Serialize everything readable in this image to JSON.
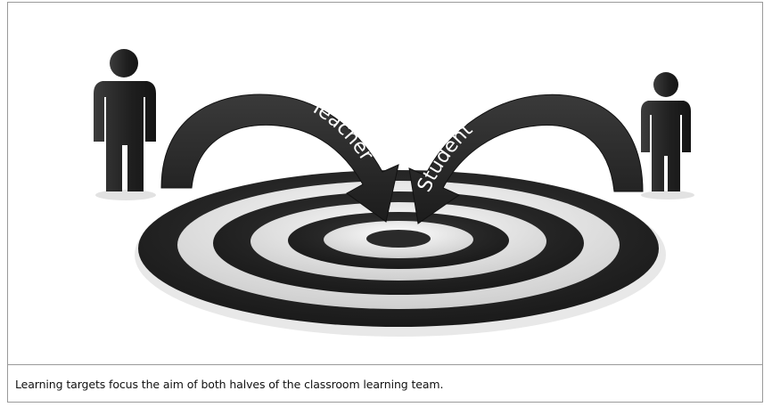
{
  "illustration": {
    "arrow_left_label": "Teacher",
    "arrow_right_label": "Student",
    "icons": [
      "teacher-figure-icon",
      "student-figure-icon",
      "target-icon"
    ]
  },
  "caption": "Learning targets focus the aim of both halves of the classroom learning team.",
  "colors": {
    "dark": "#262626",
    "light": "#f4f4f4",
    "border": "#9a9a9a"
  }
}
